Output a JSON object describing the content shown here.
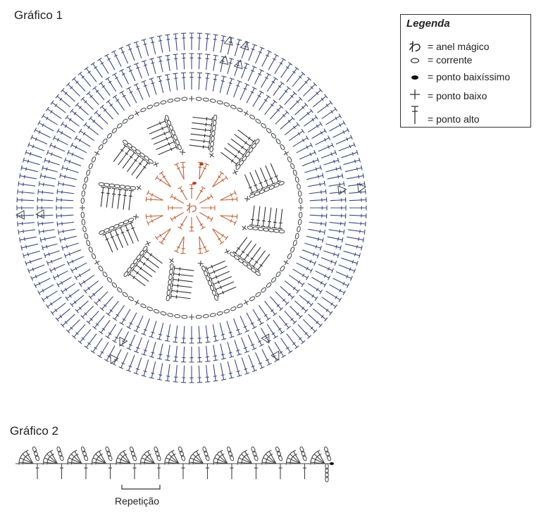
{
  "chart1": {
    "title": "Gráfico 1"
  },
  "chart2": {
    "title": "Gráfico 2",
    "repeat_label": "Repetição",
    "repeat_count": 13
  },
  "legend": {
    "title": "Legenda",
    "items": [
      {
        "icon": "magic-ring-icon",
        "glyph": "わ",
        "label": "= anel mágico"
      },
      {
        "icon": "chain-icon",
        "label": "= corrente"
      },
      {
        "icon": "slip-stitch-icon",
        "label": "= ponto baixíssimo"
      },
      {
        "icon": "single-crochet-icon",
        "label": "= ponto baixo"
      },
      {
        "icon": "double-crochet-icon",
        "label": "= ponto alto"
      }
    ]
  },
  "colors": {
    "center": "#c0603a",
    "spokes": "#333333",
    "outer": "#3b4a7e",
    "ink": "#444444"
  },
  "center_glyph": "わ"
}
